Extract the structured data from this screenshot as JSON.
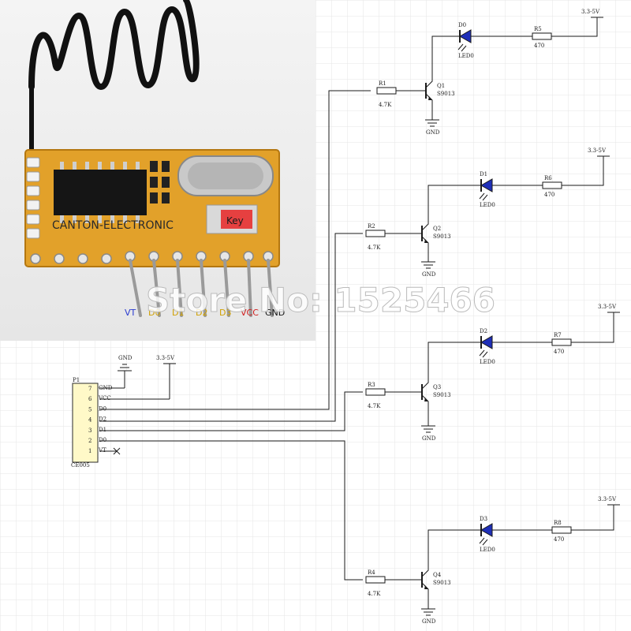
{
  "watermark": "Store No: 1525466",
  "module": {
    "brand_text": "CANTON-ELECTRONIC",
    "key_label": "Key",
    "pin_labels": [
      "VT",
      "D0",
      "D1",
      "D2",
      "D3",
      "VCC",
      "GND"
    ]
  },
  "connector": {
    "ref": "P1",
    "part": "CE005",
    "gnd_label": "GND",
    "vcc_label": "3.3-5V",
    "pins": [
      {
        "num": "7",
        "name": "GND"
      },
      {
        "num": "6",
        "name": "VCC"
      },
      {
        "num": "5",
        "name": "D0"
      },
      {
        "num": "4",
        "name": "D2"
      },
      {
        "num": "3",
        "name": "D1"
      },
      {
        "num": "2",
        "name": "D0"
      },
      {
        "num": "1",
        "name": "VT"
      }
    ]
  },
  "channels": [
    {
      "led": "D0",
      "led_type": "LED0",
      "r_led": "R5",
      "r_led_val": "470",
      "supply": "3.3-5V",
      "transistor": "Q1",
      "t_type": "S9013",
      "r_base": "R1",
      "r_base_val": "4.7K",
      "gnd": "GND"
    },
    {
      "led": "D1",
      "led_type": "LED0",
      "r_led": "R6",
      "r_led_val": "470",
      "supply": "3.3-5V",
      "transistor": "Q2",
      "t_type": "S9013",
      "r_base": "R2",
      "r_base_val": "4.7K",
      "gnd": "GND"
    },
    {
      "led": "D2",
      "led_type": "LED0",
      "r_led": "R7",
      "r_led_val": "470",
      "supply": "3.3-5V",
      "transistor": "Q3",
      "t_type": "S9013",
      "r_base": "R3",
      "r_base_val": "4.7K",
      "gnd": "GND"
    },
    {
      "led": "D3",
      "led_type": "LED0",
      "r_led": "R8",
      "r_led_val": "470",
      "supply": "3.3-5V",
      "transistor": "Q4",
      "t_type": "S9013",
      "r_base": "R4",
      "r_base_val": "4.7K",
      "gnd": "GND"
    }
  ],
  "colors": {
    "led_fill": "#1f2fb8",
    "pcb": "#e2a12a",
    "wire": "#1a1a1a",
    "connector_fill": "#fff9c8"
  }
}
